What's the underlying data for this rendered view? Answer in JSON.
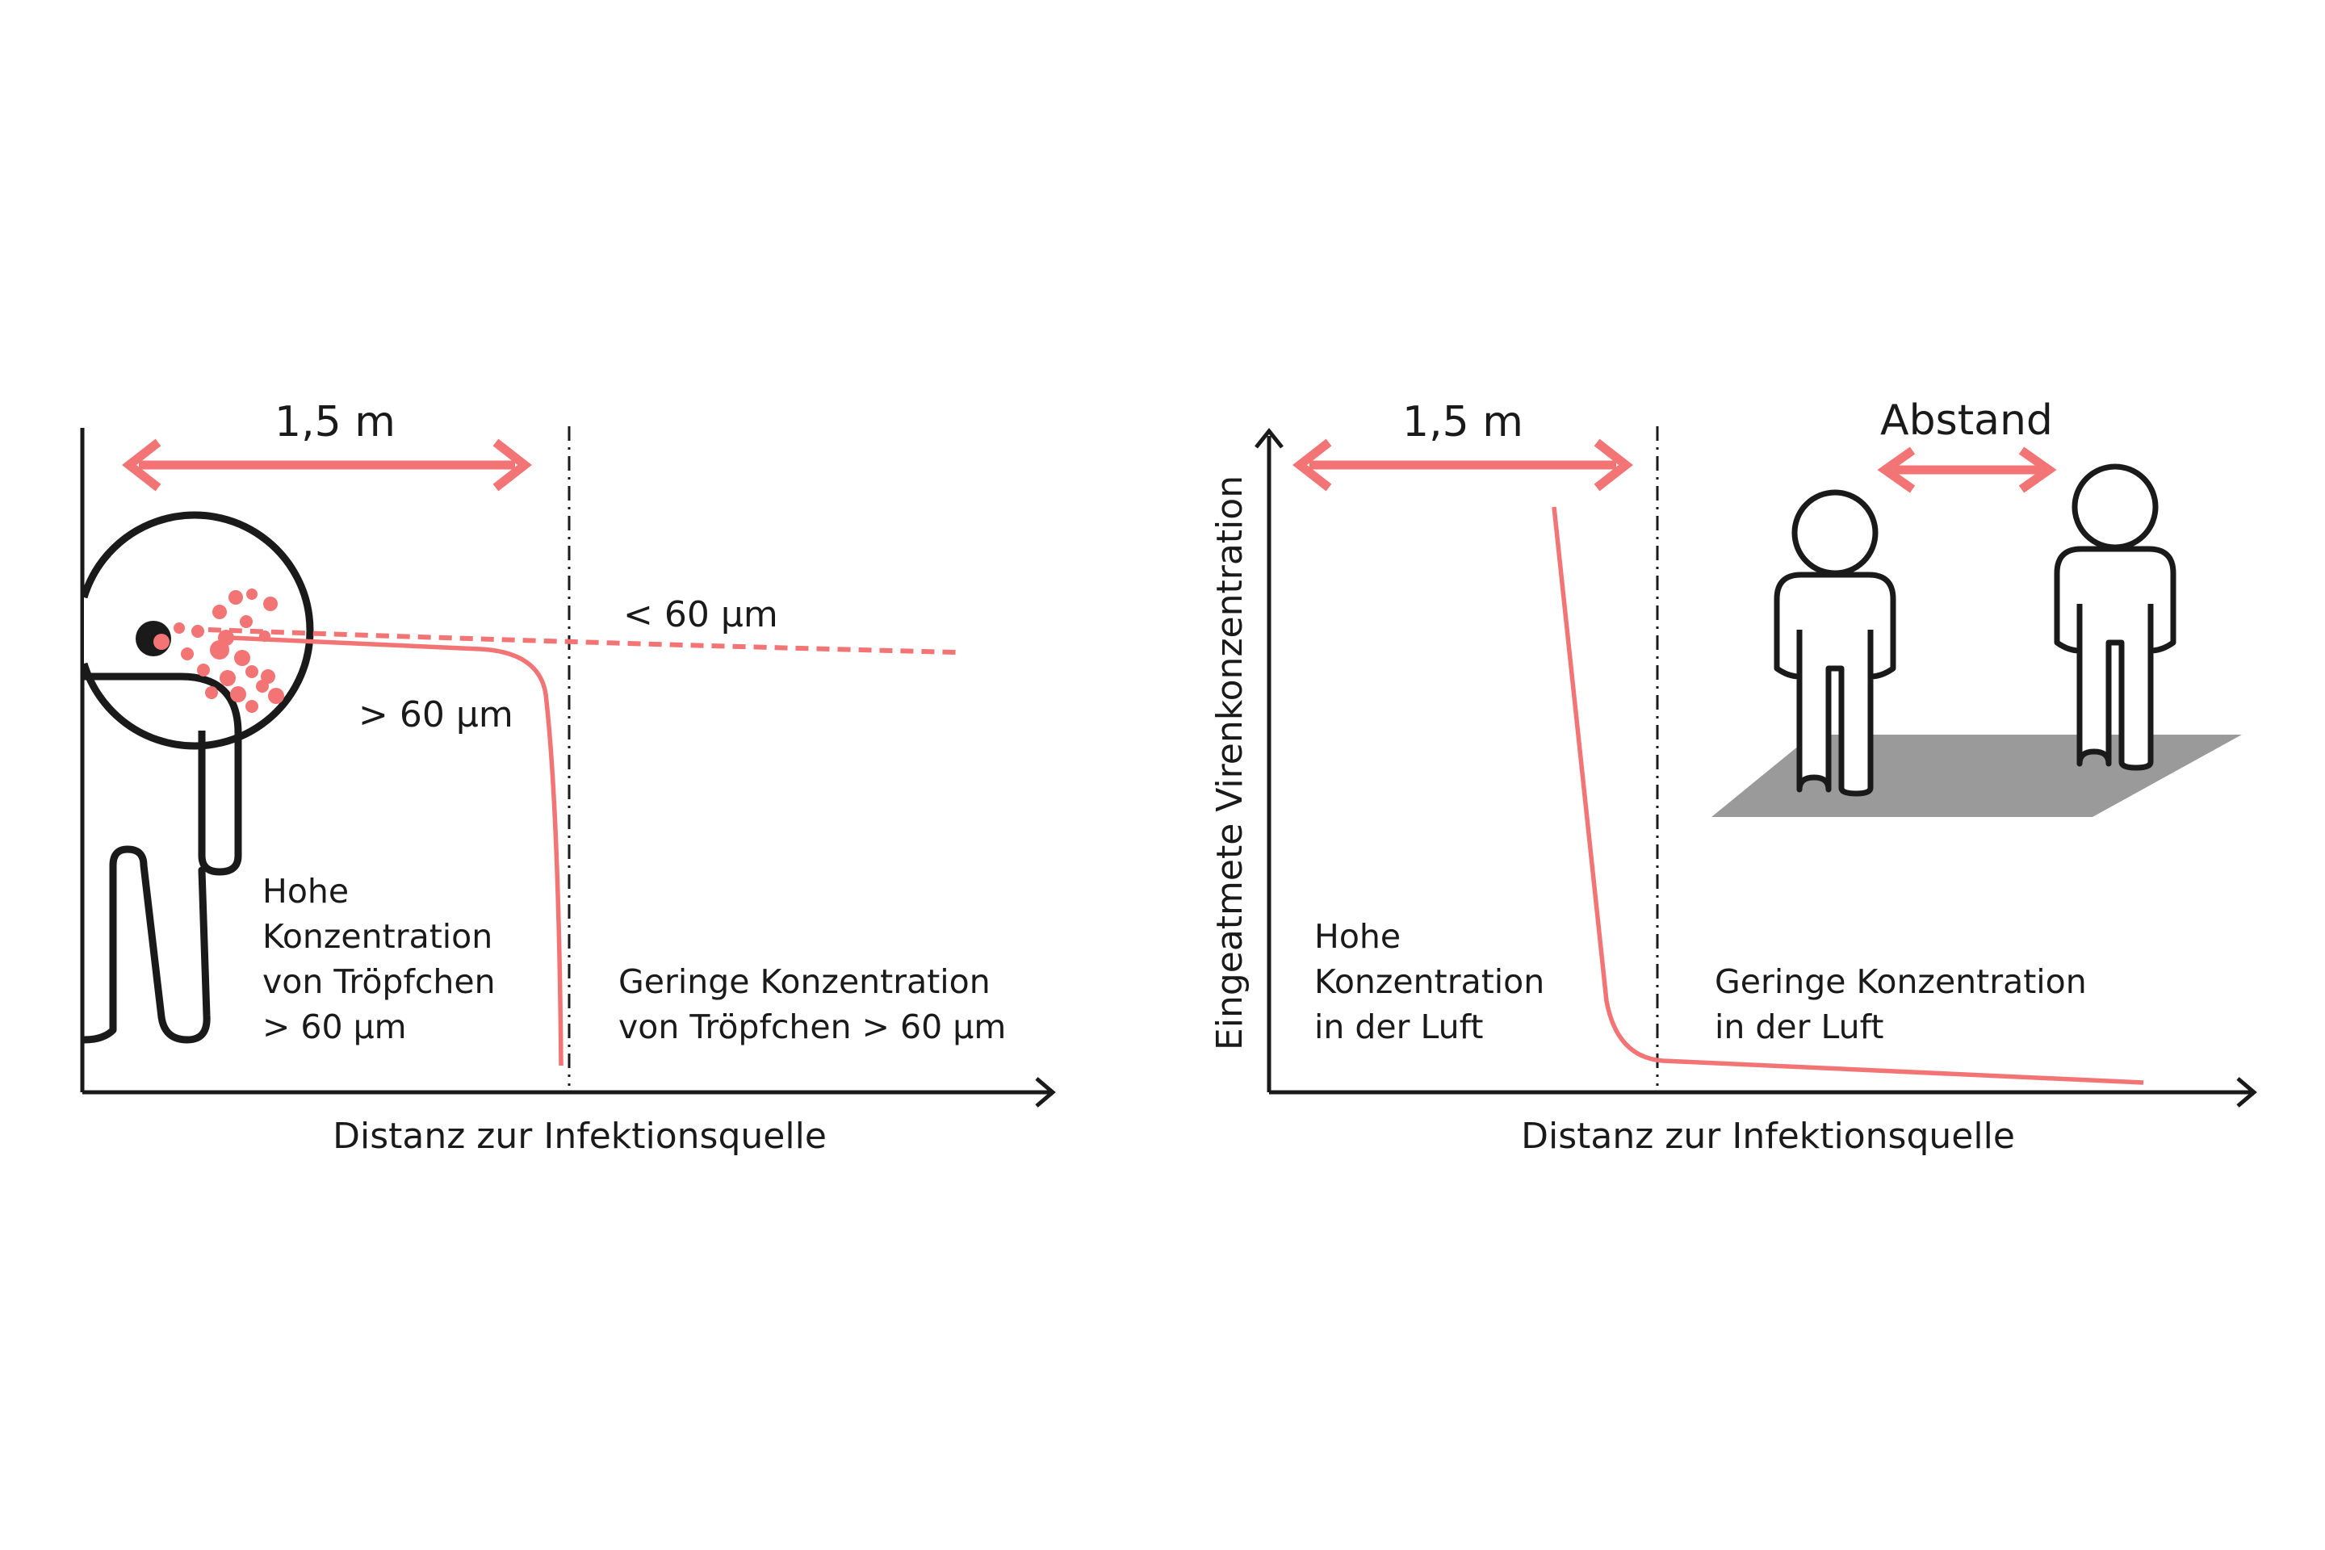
{
  "colors": {
    "accent": "#f27474",
    "ink": "#1a1a1a",
    "floor": "#9a9a9a",
    "background": "#ffffff"
  },
  "left_panel": {
    "distance_label": "1,5 m",
    "small_droplet_label": "< 60 µm",
    "large_droplet_label": "> 60 µm",
    "high_concentration_lines": [
      "Hohe",
      "Konzentration",
      "von Tröpfchen",
      "> 60 µm"
    ],
    "low_concentration_lines": [
      "Geringe Konzentration",
      "von Tröpfchen > 60 µm"
    ],
    "x_axis_label": "Distanz zur Infektionsquelle"
  },
  "right_panel": {
    "distance_label": "1,5 m",
    "spacing_label": "Abstand",
    "y_axis_label": "Eingeatmete Virenkonzentration",
    "high_concentration_lines": [
      "Hohe",
      "Konzentration",
      "in der Luft"
    ],
    "low_concentration_lines": [
      "Geringe Konzentration",
      "in der Luft"
    ],
    "x_axis_label": "Distanz zur Infektionsquelle"
  }
}
